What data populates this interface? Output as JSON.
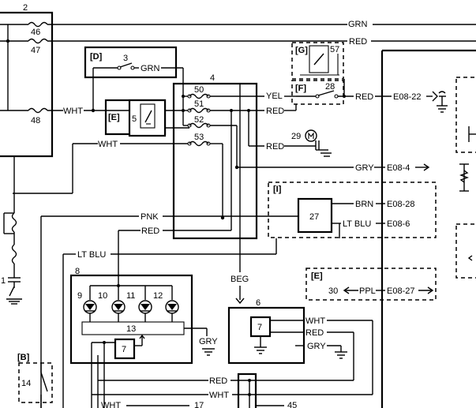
{
  "components": {
    "c1": "1",
    "c2": "2",
    "c3": "3",
    "c4": "4",
    "c5": "5",
    "c6": "6",
    "c7": "7",
    "c8": "8",
    "c9": "9",
    "c10": "10",
    "c11": "11",
    "c12": "12",
    "c13": "13",
    "c14": "14",
    "c17": "17",
    "c27": "27",
    "c28": "28",
    "c29": "29",
    "c30": "30",
    "c45": "45",
    "c46": "46",
    "c47": "47",
    "c48": "48",
    "c50": "50",
    "c51": "51",
    "c52": "52",
    "c53": "53",
    "c57": "57"
  },
  "groups": {
    "B": "[B]",
    "D": "[D]",
    "E": "[E]",
    "E2": "[E]",
    "F": "[F]",
    "G": "[G]",
    "I": "[I]"
  },
  "wires": {
    "grn": "GRN",
    "red": "RED",
    "wht": "WHT",
    "yel": "YEL",
    "gry": "GRY",
    "pnk": "PNK",
    "ltblu": "LT BLU",
    "beg": "BEG",
    "brn": "BRN",
    "ppl": "PPL"
  },
  "connectors": {
    "e08_22": "E08-22",
    "e08_4": "E08-4",
    "e08_28": "E08-28",
    "e08_6": "E08-6",
    "e08_27": "E08-27"
  }
}
